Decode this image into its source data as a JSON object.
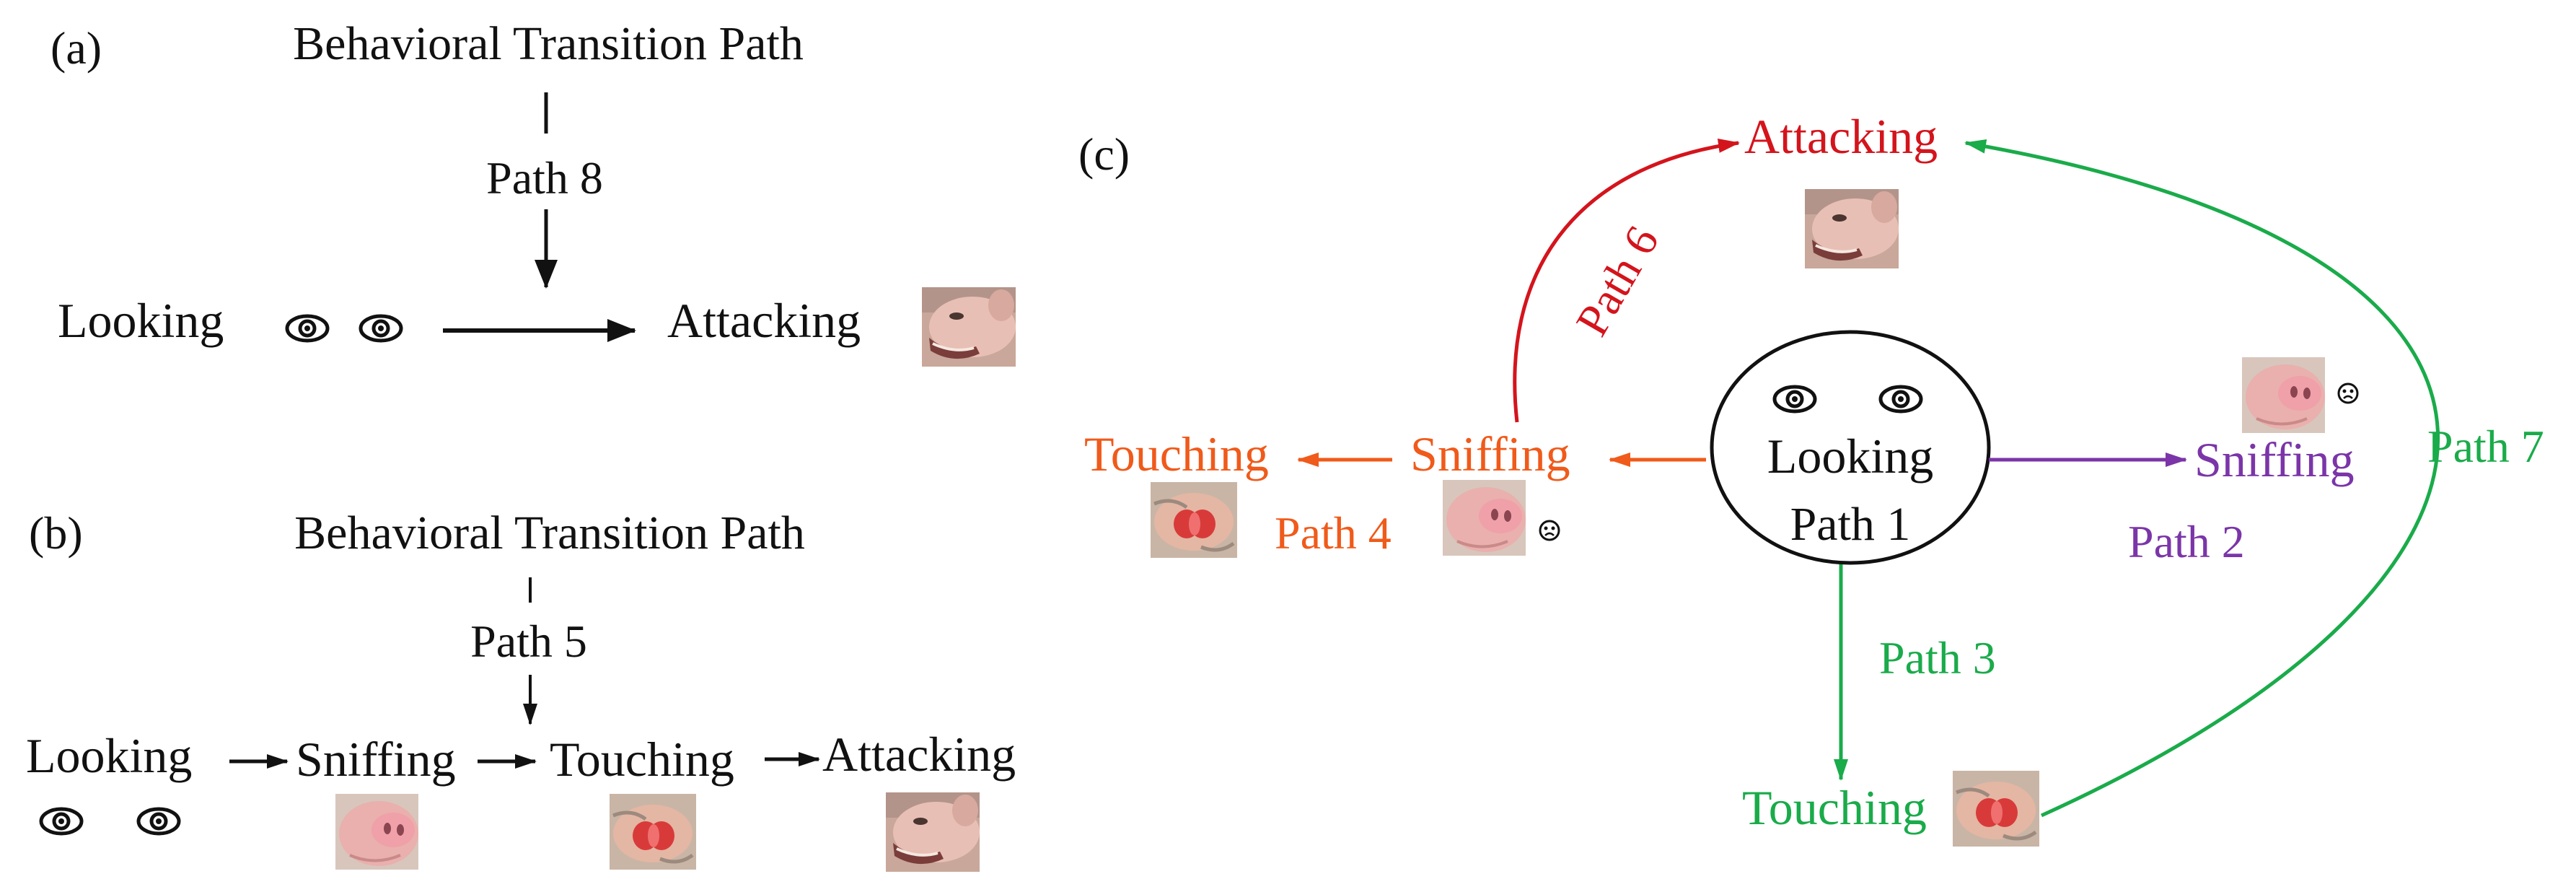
{
  "colors": {
    "black": "#111111",
    "attack_red": "#d4141c",
    "orange": "#f05a1a",
    "purple": "#7b35a8",
    "green": "#1aab4a",
    "pig_skin": "#e3a9a4",
    "wound_red": "#d83a3a"
  },
  "icons": [
    "eye-icon",
    "pig-head-image",
    "pig-snout-image",
    "tail-wound-image",
    "worried-face-icon"
  ],
  "panel_a": {
    "label": "(a)",
    "title": "Behavioral Transition Path",
    "path_label": "Path 8",
    "from_state": "Looking",
    "to_state": "Attacking"
  },
  "panel_b": {
    "label": "(b)",
    "title": "Behavioral Transition Path",
    "path_label": "Path 5",
    "states": [
      "Looking",
      "Sniffing",
      "Touching",
      "Attacking"
    ]
  },
  "panel_c": {
    "label": "(c)",
    "center_state": "Looking",
    "center_path": "Path 1",
    "attacking": "Attacking",
    "sniffing_left": "Sniffing",
    "touching_left": "Touching",
    "sniffing_right": "Sniffing",
    "touching_bottom": "Touching",
    "path2": "Path 2",
    "path3": "Path 3",
    "path4": "Path 4",
    "path6": "Path 6",
    "path7": "Path 7"
  }
}
